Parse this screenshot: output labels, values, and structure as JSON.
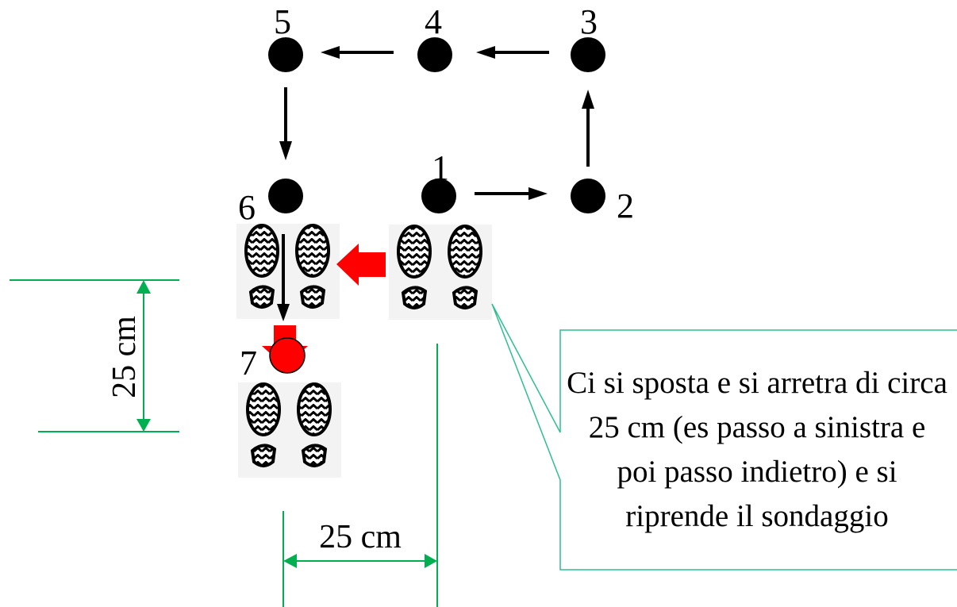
{
  "points": {
    "p1": "1",
    "p2": "2",
    "p3": "3",
    "p4": "4",
    "p5": "5",
    "p6": "6",
    "p7": "7"
  },
  "dimensions": {
    "vertical": "25 cm",
    "horizontal": "25 cm"
  },
  "callout": {
    "text": "Ci si sposta e si arretra di circa 25 cm (es passo a sinistra e poi passo indietro) e si riprende il sondaggio"
  },
  "colors": {
    "point": "#000000",
    "arrow": "#000000",
    "highlight": "#ff0000",
    "dimension_line": "#00b050",
    "callout_border": "#2fbf8f",
    "footprint": "#000000"
  },
  "icons": {
    "footprints": "shoe-print-icon"
  }
}
